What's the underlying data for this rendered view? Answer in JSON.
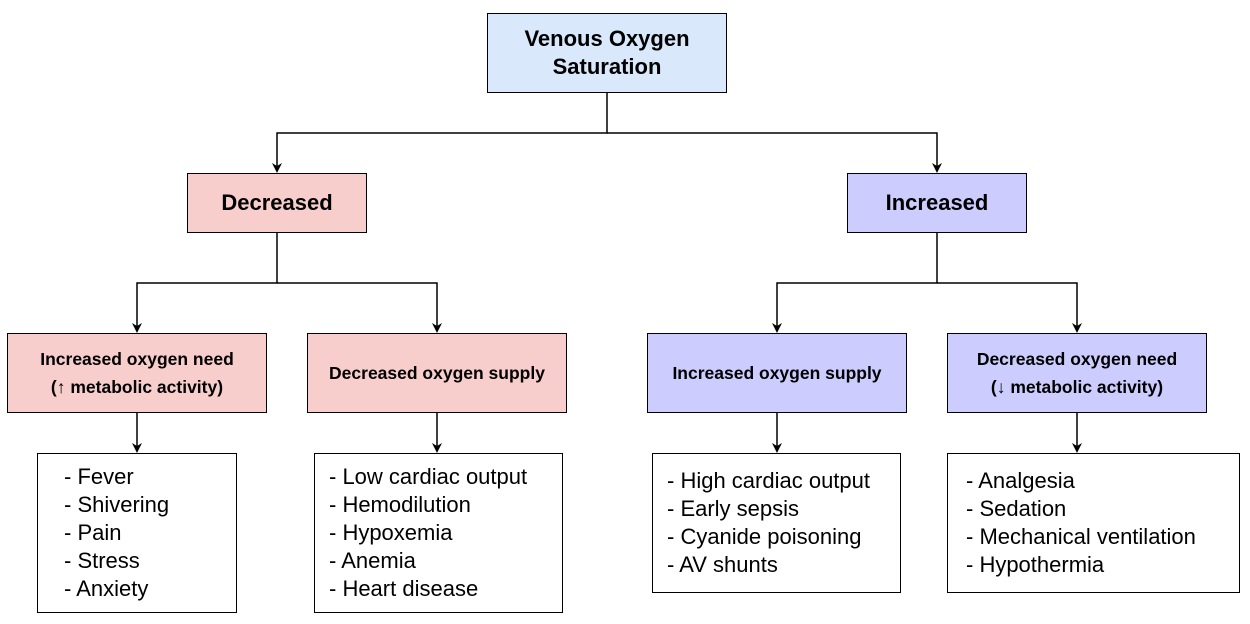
{
  "root": {
    "title": "Venous Oxygen Saturation"
  },
  "decreased": {
    "label": "Decreased",
    "color": "#f8cecc",
    "children": [
      {
        "title_line1": "Increased oxygen need",
        "title_line2": "(↑ metabolic activity)",
        "items": [
          "- Fever",
          "- Shivering",
          "- Pain",
          "- Stress",
          "- Anxiety"
        ]
      },
      {
        "title_line1": "Decreased oxygen supply",
        "title_line2": "",
        "items": [
          "- Low cardiac output",
          "- Hemodilution",
          "- Hypoxemia",
          "- Anemia",
          "- Heart disease"
        ]
      }
    ]
  },
  "increased": {
    "label": "Increased",
    "color": "#ccccff",
    "children": [
      {
        "title_line1": "Increased oxygen supply",
        "title_line2": "",
        "items": [
          "- High cardiac output",
          "- Early sepsis",
          "- Cyanide poisoning",
          "- AV shunts"
        ]
      },
      {
        "title_line1": "Decreased oxygen need",
        "title_line2": "(↓ metabolic activity)",
        "items": [
          "- Analgesia",
          "- Sedation",
          "- Mechanical ventilation",
          "- Hypothermia"
        ]
      }
    ]
  },
  "colors": {
    "root": "#dae8fc",
    "decreased": "#f8cecc",
    "increased": "#ccccff"
  }
}
